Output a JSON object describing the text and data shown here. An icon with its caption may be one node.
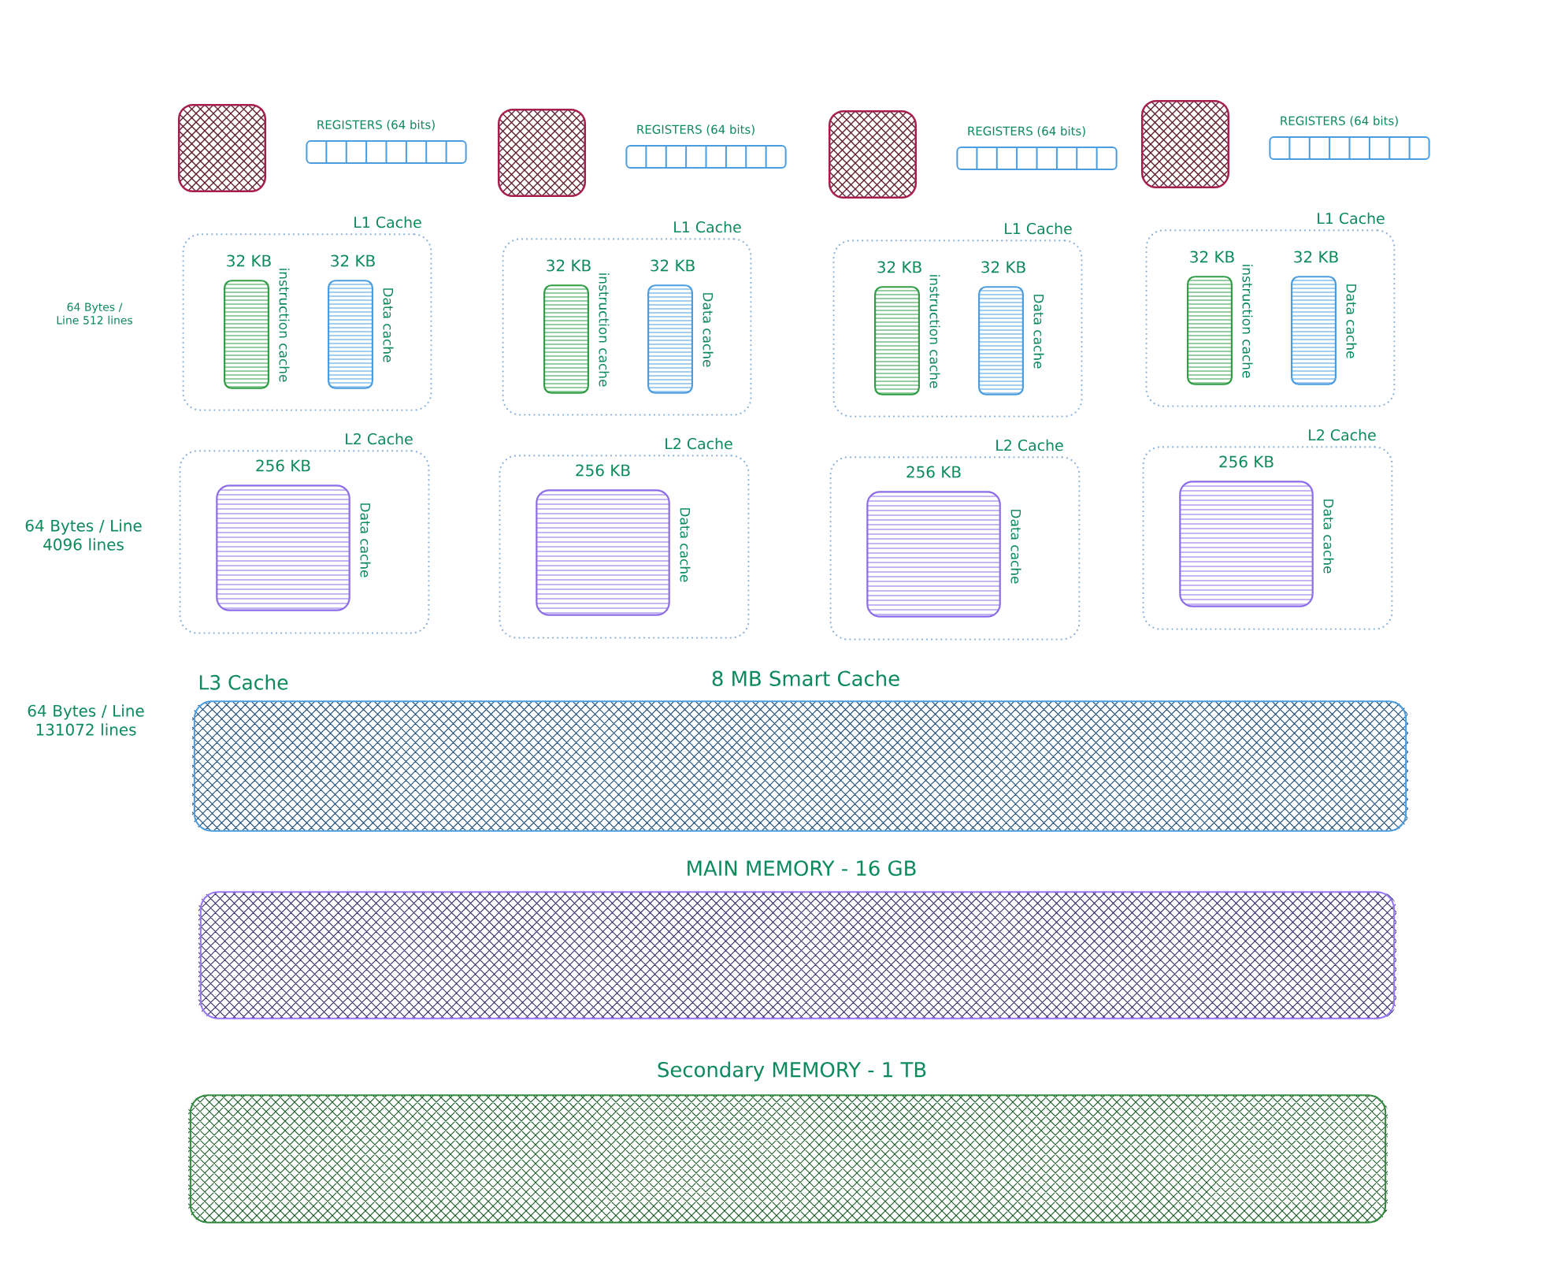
{
  "diagram": {
    "nodes": [
      {
        "text": [],
        "shape": "box"
      },
      {
        "text": [
          "REGISTERS (64 bits)"
        ]
      },
      {
        "text": [],
        "shape": "box"
      },
      {
        "text": [
          "REGISTERS (64 bits)"
        ]
      },
      {
        "text": [],
        "shape": "box"
      },
      {
        "text": [
          "REGISTERS (64 bits)"
        ]
      },
      {
        "text": [],
        "shape": "box"
      },
      {
        "text": [
          "REGISTERS (64 bits)"
        ]
      },
      {
        "text": [
          "L1 Cache"
        ]
      },
      {
        "text": [
          "32 KB"
        ],
        "beside": [
          "instruction cache"
        ],
        "in": 8
      },
      {
        "text": [
          "32 KB"
        ],
        "beside": [
          "Data cache"
        ],
        "in": 8
      },
      {
        "text": [
          "L1 Cache"
        ]
      },
      {
        "text": [
          "32 KB"
        ],
        "beside": [
          "instruction cache"
        ],
        "in": 11
      },
      {
        "text": [
          "32 KB"
        ],
        "beside": [
          "Data cache"
        ],
        "in": 11
      },
      {
        "text": [
          "L1 Cache"
        ]
      },
      {
        "text": [
          "32 KB"
        ],
        "beside": [
          "instruction cache"
        ],
        "in": 14
      },
      {
        "text": [
          "32 KB"
        ],
        "beside": [
          "Data cache"
        ],
        "in": 14
      },
      {
        "text": [
          "L1 Cache"
        ]
      },
      {
        "text": [
          "32 KB"
        ],
        "beside": [
          "instruction cache"
        ],
        "in": 17
      },
      {
        "text": [
          "32 KB"
        ],
        "beside": [
          "Data cache"
        ],
        "in": 17
      },
      {
        "text": [
          "L2 Cache"
        ]
      },
      {
        "text": [
          "256 KB"
        ],
        "beside": [
          "Data cache"
        ],
        "in": 20
      },
      {
        "text": [
          "L2 Cache"
        ]
      },
      {
        "text": [
          "256 KB"
        ],
        "beside": [
          "Data cache"
        ],
        "in": 22
      },
      {
        "text": [
          "L2 Cache"
        ]
      },
      {
        "text": [
          "256 KB"
        ],
        "beside": [
          "Data cache"
        ],
        "in": 24
      },
      {
        "text": [
          "L2 Cache"
        ]
      },
      {
        "text": [
          "256 KB"
        ],
        "beside": [
          "Data cache"
        ],
        "in": 26
      },
      {
        "text": [
          "L3 Cache",
          "8 MB Smart Cache"
        ]
      },
      {
        "text": [
          "MAIN MEMORY - 16 GB"
        ]
      },
      {
        "text": [
          "Secondary MEMORY - 1 TB"
        ]
      }
    ],
    "labels": [
      "64 Bytes / Line 512 lines",
      "64 Bytes / Line 4096 lines",
      "64 Bytes / Line 131072 lines"
    ]
  }
}
